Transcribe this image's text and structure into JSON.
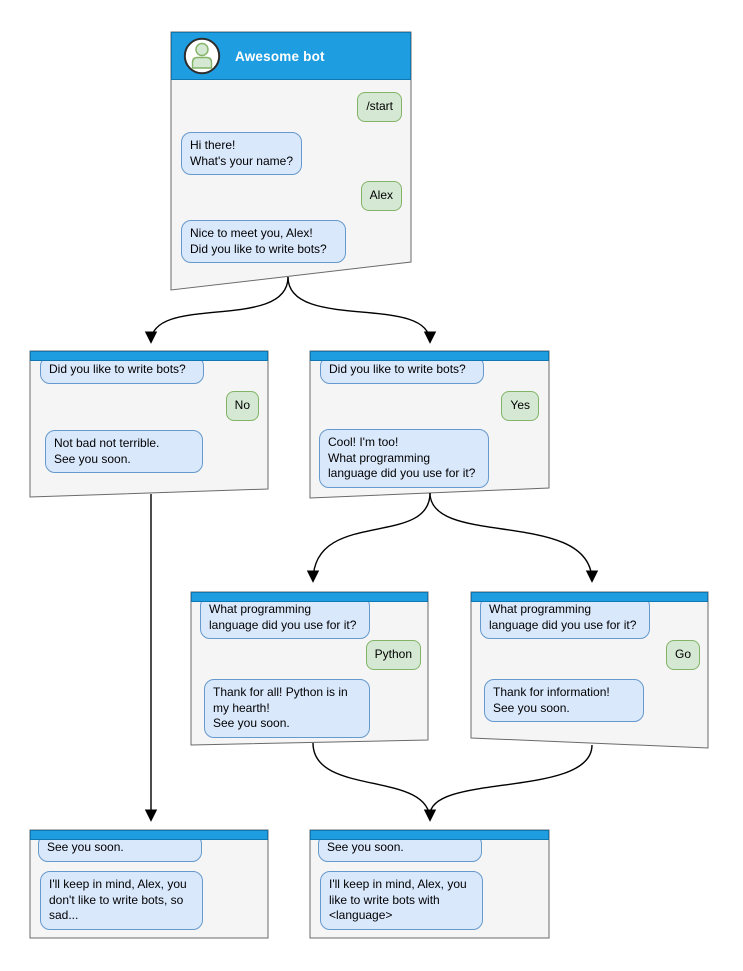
{
  "colors": {
    "header_blue": "#1E9DE0",
    "header_border": "#0F77B2",
    "title_text": "#FFFFFF",
    "window_fill": "#F5F5F5",
    "window_border": "#6A6A6A",
    "bubble_blue_fill": "#DAE8FC",
    "bubble_blue_border": "#6699CC",
    "bubble_green_fill": "#D5E8D4",
    "bubble_green_border": "#82B366",
    "arrow_color": "#000000"
  },
  "windows": {
    "main": {
      "title": "Awesome bot",
      "messages": [
        {
          "from": "user",
          "text": "/start"
        },
        {
          "from": "bot",
          "text": "Hi there!\nWhat's your name?"
        },
        {
          "from": "user",
          "text": "Alex"
        },
        {
          "from": "bot",
          "text": "Nice to meet you, Alex!\nDid you like to write bots?"
        }
      ]
    },
    "branch_no": {
      "messages": [
        {
          "from": "bot",
          "text": "Did you like to write bots?"
        },
        {
          "from": "user",
          "text": "No"
        },
        {
          "from": "bot",
          "text": "Not bad not terrible.\nSee you soon."
        }
      ]
    },
    "branch_yes": {
      "messages": [
        {
          "from": "bot",
          "text": "Did you like to write bots?"
        },
        {
          "from": "user",
          "text": "Yes"
        },
        {
          "from": "bot",
          "text": "Cool! I'm too!\nWhat programming\nlanguage did you use for it?"
        }
      ]
    },
    "branch_python": {
      "messages": [
        {
          "from": "bot",
          "text": "What programming\nlanguage did you use for it?"
        },
        {
          "from": "user",
          "text": "Python"
        },
        {
          "from": "bot",
          "text": "Thank for all! Python is in\nmy hearth!\nSee you soon."
        }
      ]
    },
    "branch_go": {
      "messages": [
        {
          "from": "bot",
          "text": "What programming\nlanguage did you use for it?"
        },
        {
          "from": "user",
          "text": "Go"
        },
        {
          "from": "bot",
          "text": "Thank for information!\nSee you soon."
        }
      ]
    },
    "end_no": {
      "messages": [
        {
          "from": "bot",
          "text": "See you soon."
        },
        {
          "from": "bot",
          "text": "I'll keep in mind, Alex, you\ndon't like to write bots, so\nsad..."
        }
      ]
    },
    "end_yes": {
      "messages": [
        {
          "from": "bot",
          "text": "See you soon."
        },
        {
          "from": "bot",
          "text": "I'll keep in mind, Alex, you\nlike to write bots with\n<language>"
        }
      ]
    }
  }
}
